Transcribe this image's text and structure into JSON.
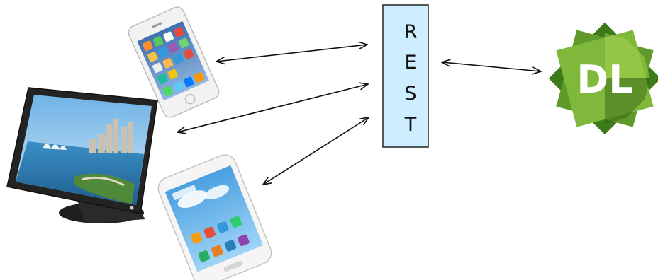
{
  "rest_box": {
    "letters": [
      "R",
      "E",
      "S",
      "T"
    ],
    "fill": "#cceeff",
    "stroke": "#222222"
  },
  "logo": {
    "text": "DL",
    "colors": [
      "#6aa62a",
      "#8cc63f",
      "#4b7f1c",
      "#2f5f12"
    ]
  },
  "devices": [
    {
      "name": "iphone",
      "icon": "smartphone-icon"
    },
    {
      "name": "monitor",
      "icon": "monitor-icon"
    },
    {
      "name": "android-phone",
      "icon": "smartphone-icon"
    }
  ],
  "connections": [
    {
      "from": "iphone",
      "to": "rest",
      "bidirectional": true
    },
    {
      "from": "monitor",
      "to": "rest",
      "bidirectional": true
    },
    {
      "from": "android-phone",
      "to": "rest",
      "bidirectional": true
    },
    {
      "from": "rest",
      "to": "dl-logo",
      "bidirectional": true
    }
  ],
  "colors": {
    "arrow": "#111111",
    "screen_sky": "#5aa0d8",
    "screen_water": "#2f7fb7",
    "device_silver": "#e8e8e8",
    "device_dark": "#2b2b2b"
  }
}
